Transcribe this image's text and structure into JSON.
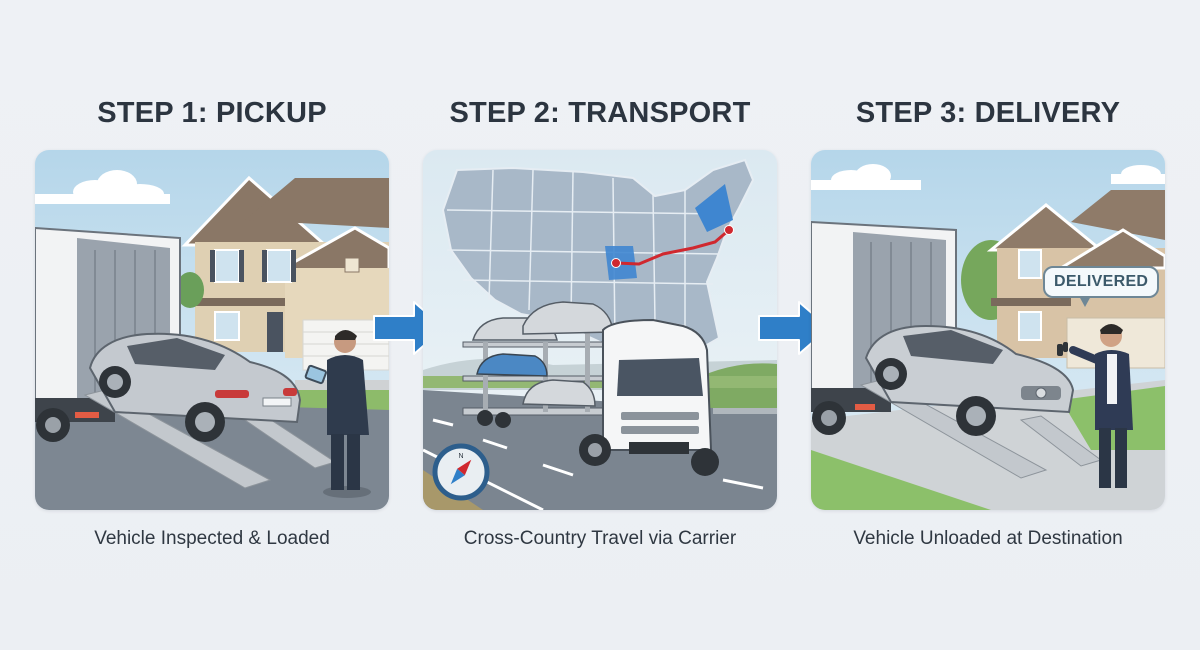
{
  "steps": [
    {
      "title": "STEP 1: PICKUP",
      "caption": "Vehicle Inspected & Loaded",
      "illustration": "car-being-loaded-onto-truck-with-inspector"
    },
    {
      "title": "STEP 2: TRANSPORT",
      "caption": "Cross-Country Travel via Carrier",
      "illustration": "car-carrier-truck-on-highway-with-us-route-map"
    },
    {
      "title": "STEP 3: DELIVERY",
      "caption": "Vehicle Unloaded at Destination",
      "illustration": "car-unloaded-agent-handing-keys",
      "badge": "DELIVERED"
    }
  ],
  "arrows": [
    {
      "from": 1,
      "to": 2,
      "icon": "arrow-right-icon"
    },
    {
      "from": 2,
      "to": 3,
      "icon": "arrow-right-icon"
    }
  ],
  "colors": {
    "background": "#edf0f4",
    "title": "#2c3540",
    "caption": "#2f3842",
    "arrow": "#2f7fc8",
    "route": "#d0282f",
    "highlight_state": "#3f86d0",
    "badge_text": "#3c5a6b"
  },
  "map": {
    "route_start": "Missouri",
    "route_end": "New York / New Jersey"
  }
}
